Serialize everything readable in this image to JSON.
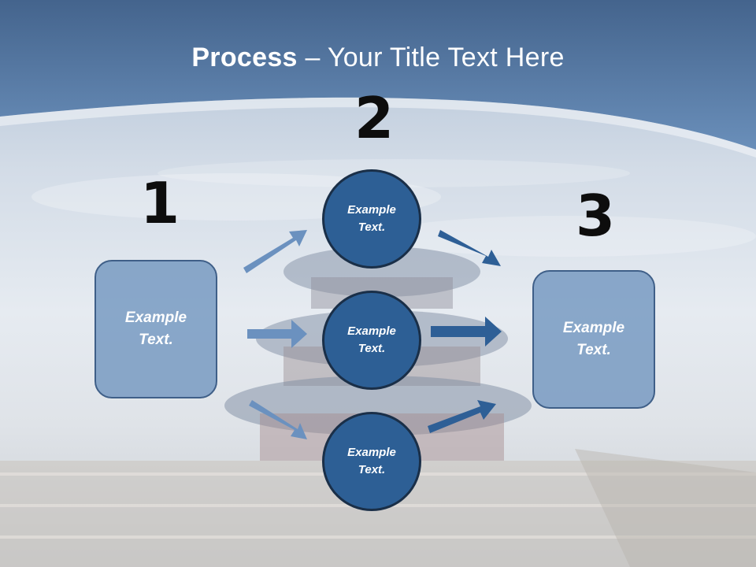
{
  "title": {
    "bold": "Process",
    "rest": " – Your Title Text Here"
  },
  "steps": {
    "one": "1",
    "two": "2",
    "three": "3"
  },
  "left_box": {
    "line1": "Example",
    "line2": "Text."
  },
  "right_box": {
    "line1": "Example",
    "line2": "Text."
  },
  "circles": [
    {
      "line1": "Example",
      "line2": "Text."
    },
    {
      "line1": "Example",
      "line2": "Text."
    },
    {
      "line1": "Example",
      "line2": "Text."
    }
  ],
  "colors": {
    "header": "#3d6593",
    "circle_fill": "#2d5f95",
    "box_fill": "#6e94be",
    "arrow_light": "#6b91bf",
    "arrow_dark": "#2e5f96"
  }
}
